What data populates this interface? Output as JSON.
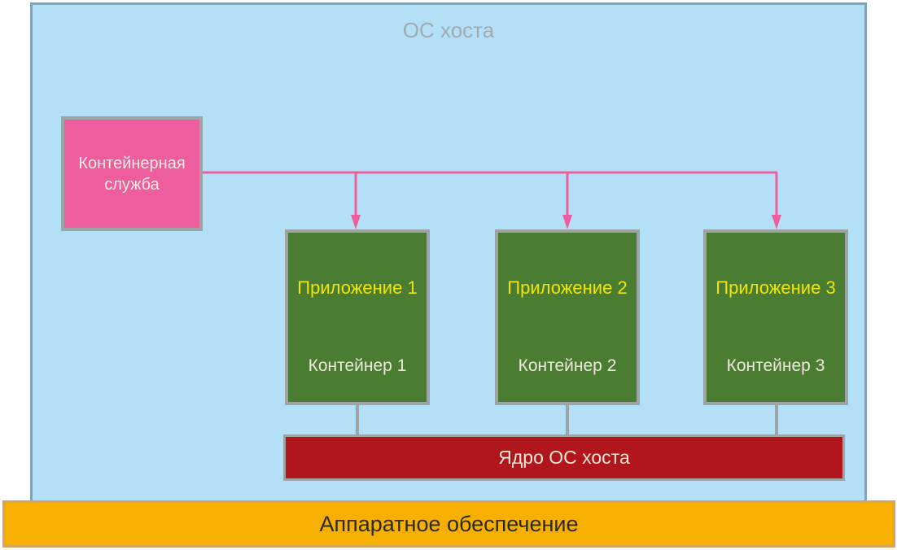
{
  "host_os": {
    "title": "ОС хоста"
  },
  "container_service": {
    "label": "Контейнерная служба"
  },
  "containers": [
    {
      "app": "Приложение 1",
      "name": "Контейнер 1"
    },
    {
      "app": "Приложение 2",
      "name": "Контейнер 2"
    },
    {
      "app": "Приложение 3",
      "name": "Контейнер 3"
    }
  ],
  "kernel": {
    "label": "Ядро ОС хоста"
  },
  "hardware": {
    "label": "Аппаратное обеспечение"
  },
  "colors": {
    "host_bg": "#b3e0f7",
    "service": "#ee5e9e",
    "container": "#4a7d32",
    "app_text": "#f2e600",
    "kernel": "#b0161b",
    "hardware": "#f8b000",
    "arrow": "#ee5e9e"
  }
}
